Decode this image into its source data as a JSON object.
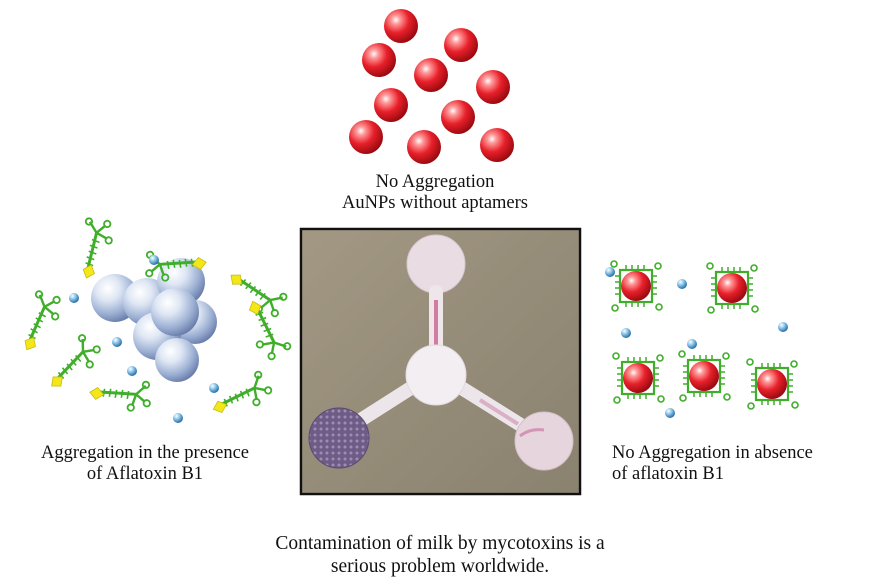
{
  "top_caption": {
    "line1": "No Aggregation",
    "line2": "AuNPs without aptamers"
  },
  "left_caption": {
    "line1": "Aggregation in the presence",
    "line2": "of Aflatoxin B1"
  },
  "right_caption": {
    "line1": "No Aggregation in absence",
    "line2": "of aflatoxin B1"
  },
  "bottom_caption": {
    "line1": "Contamination of milk by mycotoxins is a",
    "line2": "serious problem worldwide."
  },
  "colors": {
    "aunp_red": "#e8202a",
    "aggregate_blue": "#aebfdc",
    "aptamer_green": "#3fae2a",
    "aflatoxin_yellow": "#f3e619",
    "ion_blue": "#3a8fc8",
    "photo_frame": "#111111"
  }
}
